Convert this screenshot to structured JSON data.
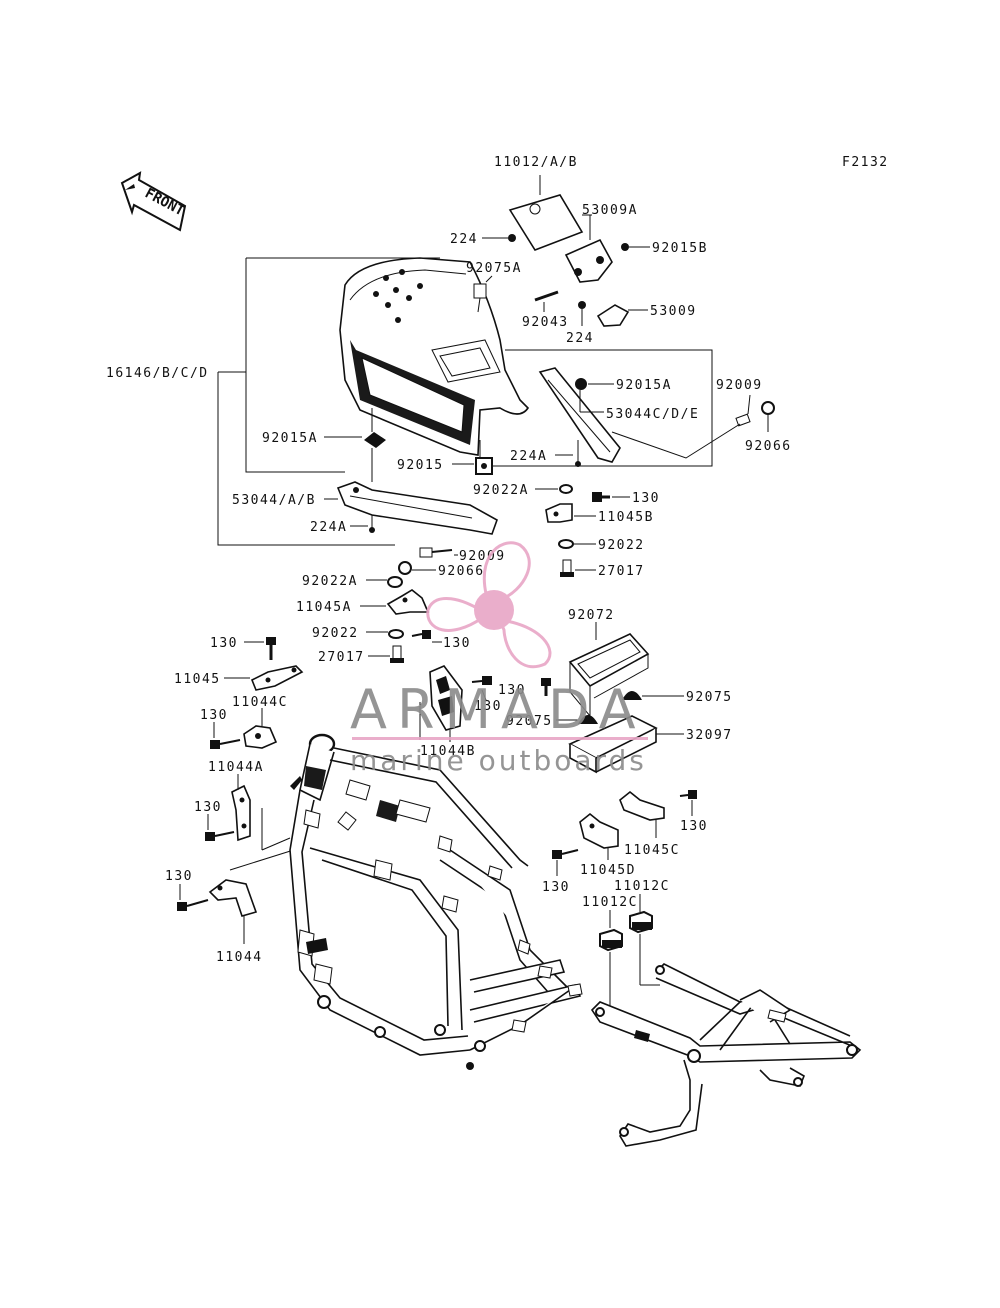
{
  "diagram_code": "F2132",
  "front_label": "FRONT",
  "watermark": {
    "title": "ARMADA",
    "subtitle": "marine outboards",
    "color": "#e8a6c6"
  },
  "labels": {
    "l11012": "11012/A/B",
    "l53009A": "53009A",
    "l224a": "224",
    "l92015B": "92015B",
    "l92075A": "92075A",
    "l92043": "92043",
    "l53009": "53009",
    "l224b": "224",
    "l16146": "16146/B/C/D",
    "l92015A_r": "92015A",
    "l92009_r": "92009",
    "l53044C": "53044C/D/E",
    "l92066_r": "92066",
    "l92015A_l": "92015A",
    "l224A_r": "224A",
    "l92015": "92015",
    "l92022A_r": "92022A",
    "l130_r1": "130",
    "l11045B": "11045B",
    "l53044": "53044/A/B",
    "l224A_l": "224A",
    "l92009_c": "92009",
    "l92022_r": "92022",
    "l92066_c": "92066",
    "l27017_r": "27017",
    "l92022A_l": "92022A",
    "l11045A": "11045A",
    "l92072": "92072",
    "l130_a": "130",
    "l92022_l": "92022",
    "l130_b": "130",
    "l27017_l": "27017",
    "l11045": "11045",
    "l130_c": "130",
    "l130_d": "130",
    "l92075": "92075",
    "l11044C": "11044C",
    "l130_e": "130",
    "l92075b": "92075",
    "l32097": "32097",
    "l11044B": "11044B",
    "l11044A": "11044A",
    "l130_f": "130",
    "l130_g": "130",
    "l11045C": "11045C",
    "l130_h": "130",
    "l11045D": "11045D",
    "l130_i": "130",
    "l11012C_a": "11012C",
    "l11012C_b": "11012C",
    "l11044": "11044"
  }
}
